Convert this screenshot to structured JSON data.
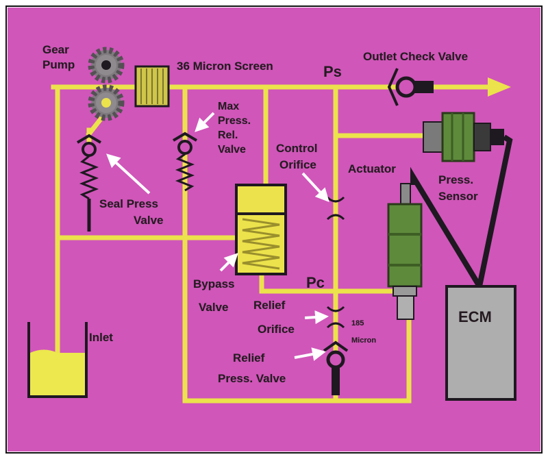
{
  "diagram": {
    "colors": {
      "background": "#d056b9",
      "pipe": "#ece24c",
      "dark": "#1e1820",
      "sensor_green": "#5e8a3c",
      "ecm_gray": "#aeaeae",
      "reservoir_fluid": "#ede84e"
    },
    "labels": {
      "gear_pump": [
        "Gear",
        "Pump"
      ],
      "screen": "36 Micron Screen",
      "ps": "Ps",
      "outlet_check_valve": "Outlet Check Valve",
      "max_press_rel_valve": [
        "Max",
        "Press.",
        "Rel.",
        "Valve"
      ],
      "control_orifice": [
        "Control",
        "Orifice"
      ],
      "actuator": "Actuator",
      "press_sensor": [
        "Press.",
        "Sensor"
      ],
      "seal_press_valve": [
        "Seal Press",
        "Valve"
      ],
      "bypass_valve": [
        "Bypass",
        "Valve"
      ],
      "pc": "Pc",
      "relief_orifice": [
        "Relief",
        "Orifice"
      ],
      "relief_press_valve": [
        "Relief",
        "Press. Valve"
      ],
      "micron_185": [
        "185",
        "Micron"
      ],
      "inlet": "Inlet",
      "ecm": "ECM"
    }
  }
}
